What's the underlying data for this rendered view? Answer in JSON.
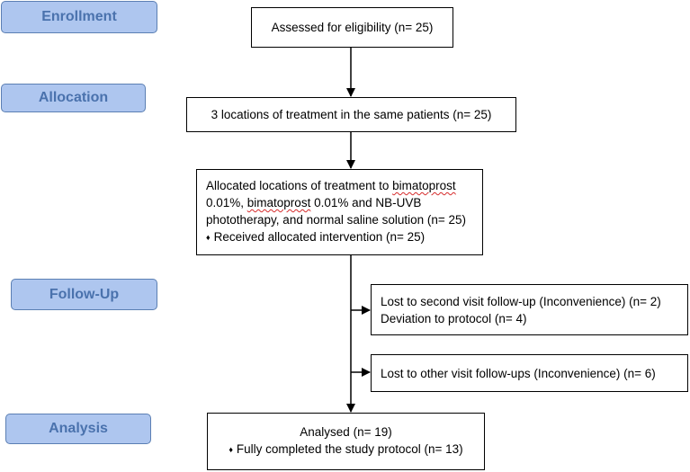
{
  "stages": {
    "enrollment": "Enrollment",
    "allocation": "Allocation",
    "follow_up": "Follow-Up",
    "analysis": "Analysis"
  },
  "boxes": {
    "eligibility": "Assessed for eligibility (n= 25)",
    "locations": "3 locations of treatment in the same patients (n= 25)",
    "allocated": {
      "line1_prefix": "Allocated locations of treatment to ",
      "line1_flagged": "bimatoprost",
      "line2_prefix": "0.01%, ",
      "line2_flagged": "bimatoprost",
      "line2_suffix": " 0.01% and NB-UVB",
      "line3": "phototherapy, and normal saline solution (n= 25)",
      "bullet_symbol": "♦",
      "bullet_text": "Received allocated intervention (n= 25)"
    },
    "lost_second": {
      "line1": "Lost to second visit follow-up (Inconvenience) (n= 2)",
      "line2": "Deviation to protocol (n= 4)"
    },
    "lost_other": "Lost to other visit follow-ups (Inconvenience) (n= 6)",
    "analysed": {
      "line1": "Analysed (n= 19)",
      "bullet_symbol": "♦",
      "bullet_text": "Fully completed the study protocol (n= 13)"
    }
  },
  "colors": {
    "stage_fill": "#aec6ef",
    "stage_border": "#5b7fb3",
    "stage_text": "#4a72ad",
    "box_border": "#000000",
    "spellcheck_underline": "#d62b2b"
  }
}
